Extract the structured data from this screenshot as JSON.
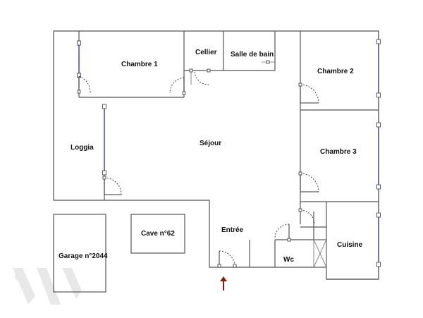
{
  "rooms": {
    "chambre1": "Chambre 1",
    "cellier": "Cellier",
    "salle_de_bain": "Salle de bain",
    "chambre2": "Chambre 2",
    "loggia": "Loggia",
    "sejour": "Séjour",
    "chambre3": "Chambre 3",
    "entree": "Entrée",
    "wc": "Wc",
    "cuisine": "Cuisine",
    "cave": "Cave n°62",
    "garage": "Garage n°2044"
  },
  "colors": {
    "wall": "#555555",
    "window": "#5b5fa8",
    "entrance_arrow": "#8b1a1a",
    "watermark": "#e8e8e8"
  },
  "icons": {
    "entrance": "arrow-up-icon",
    "watermark": "agency-logo-icon"
  }
}
